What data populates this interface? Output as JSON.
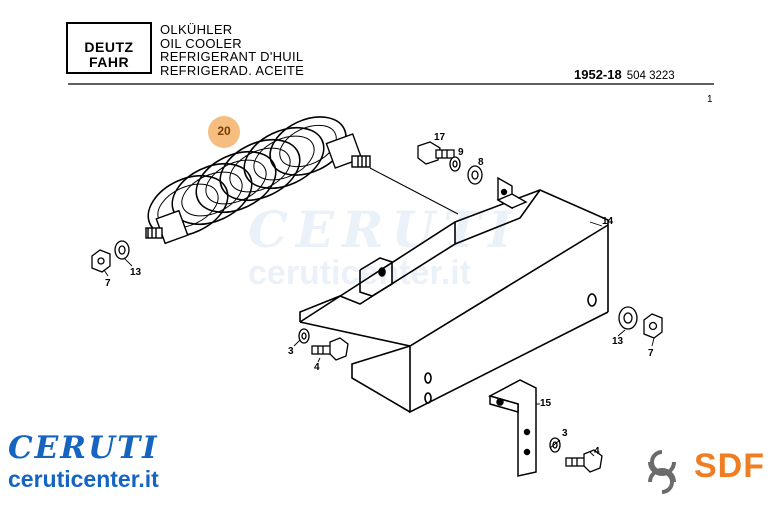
{
  "header": {
    "brand_line1": "DEUTZ",
    "brand_line2": "FAHR",
    "titles": [
      "OLKÜHLER",
      "OIL COOLER",
      "REFRIGERANT D'HUIL",
      "REFRIGERAD. ACEITE"
    ],
    "code_main": "1952-18",
    "code_part": "504 3223",
    "page_number": "1"
  },
  "callout": {
    "number": "20",
    "color": "#f5b26b"
  },
  "part_labels": {
    "p17": "17",
    "p9": "9",
    "p8": "8",
    "p14": "14",
    "p7_left": "7",
    "p13_left": "13",
    "p13_right": "13",
    "p7_right": "7",
    "p3_left": "3",
    "p4_left": "4",
    "p15": "15",
    "p3_right": "3",
    "p4_right": "4"
  },
  "watermark": {
    "name": "CERUTI",
    "url": "ceruticenter.it",
    "color": "#1565c0"
  },
  "footer": {
    "ceruti_name": "CERUTI",
    "ceruti_url": "ceruticenter.it",
    "ceruti_color": "#1565c0",
    "sdf_text": "SDF",
    "sdf_color": "#f07d22"
  }
}
